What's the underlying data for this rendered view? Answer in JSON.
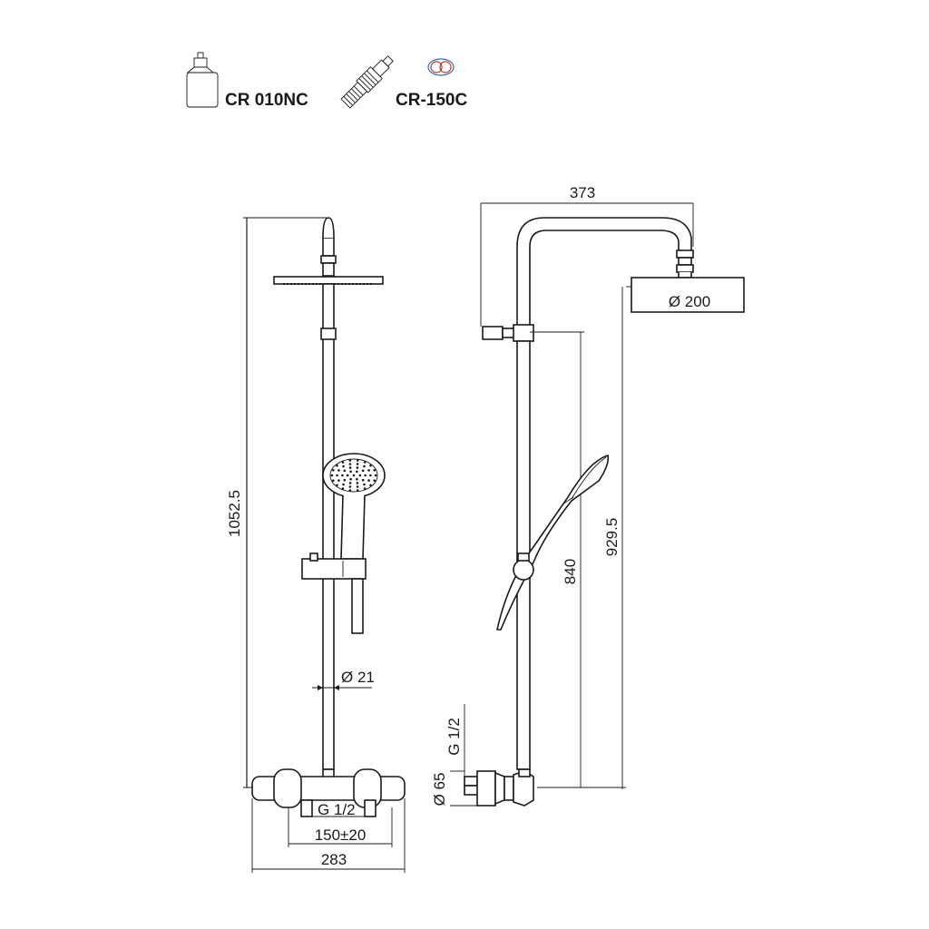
{
  "header": {
    "cartridge_code": "CR 010NC",
    "diverter_code": "CR-150C"
  },
  "icons": {
    "cartridge": "cartridge-icon",
    "diverter": "diverter-icon",
    "hot_cold": "hot-cold-icon"
  },
  "dimensions": {
    "total_height": "1052.5",
    "arm_reach": "373",
    "head_diameter": "Ø 200",
    "pipe_diameter": "Ø 21",
    "inlet_thread_front": "G 1/2",
    "inlet_thread_side": "G 1/2",
    "inlet_centres": "150±20",
    "mixer_width": "283",
    "mixer_diameter": "Ø 65",
    "slide_height": "840",
    "head_height": "929.5"
  },
  "colors": {
    "hot": "#c0392b",
    "cold": "#2c6fb5",
    "line": "#1a1a1a"
  }
}
